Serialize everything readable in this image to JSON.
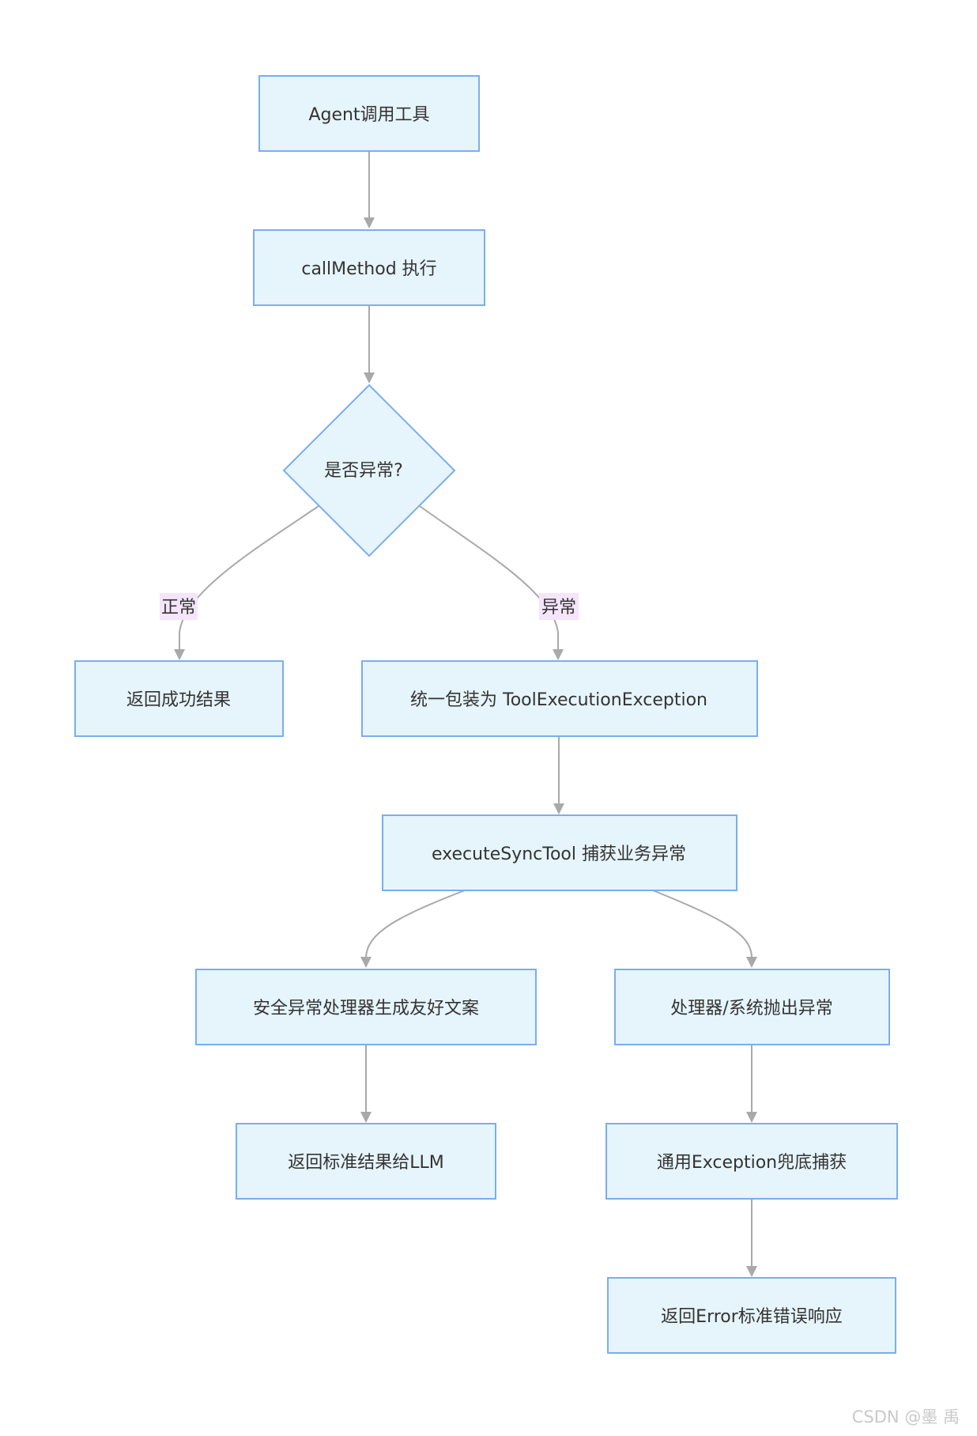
{
  "nodes": {
    "start": "Agent调用工具",
    "call_method": "callMethod 执行",
    "decision": "是否异常?",
    "return_success": "返回成功结果",
    "wrap_exception": "统一包装为 ToolExecutionException",
    "execute_sync": "executeSyncTool 捕获业务异常",
    "security_handler": "安全异常处理器生成友好文案",
    "handler_throw": "处理器/系统抛出异常",
    "return_standard": "返回标准结果给LLM",
    "generic_catch": "通用Exception兜底捕获",
    "return_error": "返回Error标准错误响应"
  },
  "edge_labels": {
    "normal": "正常",
    "exception": "异常"
  },
  "watermark": "CSDN @墨 禹",
  "colors": {
    "node_fill": "#e6f4fb",
    "node_stroke": "#79aef0",
    "edge": "#a9a9a9",
    "edge_label_bg": "#f4e5fb"
  }
}
